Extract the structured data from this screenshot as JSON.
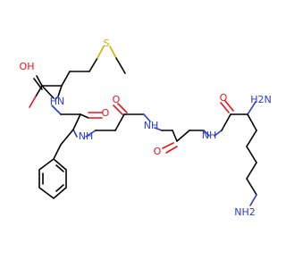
{
  "labels": {
    "s": "S",
    "oh": "OH",
    "o": "O",
    "h2n": "H2N",
    "nh": "NH",
    "hn": "HN",
    "n": "N",
    "nh2": "NH2"
  },
  "colors": {
    "carbon": "#000000",
    "oxygen": "#e8141b",
    "nitrogen": "#2a3ad0",
    "sulfur": "#c8b400"
  }
}
